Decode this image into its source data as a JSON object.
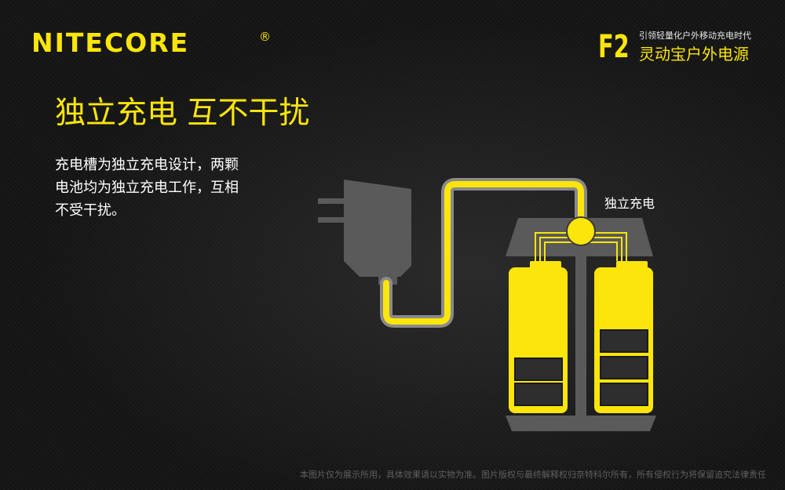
{
  "brand": {
    "logo_text": "NITECORE",
    "logo_mark": "®"
  },
  "product": {
    "model": "F2",
    "tagline": "引领轻量化户外移动充电时代",
    "subtitle": "灵动宝户外电源"
  },
  "feature": {
    "headline": "独立充电 互不干扰",
    "description_lines": [
      "充电槽为独立充电设计，两颗",
      "电池均为独立充电工作，互相",
      "不受干扰。"
    ]
  },
  "illustration": {
    "callout": "独立充电",
    "left_battery_level_bars": 2,
    "right_battery_level_bars": 3,
    "colors": {
      "accent": "#fbe50b",
      "charger_body": "#5a5a5a",
      "cable_outline": "#8a8a8a"
    }
  },
  "footer": {
    "disclaimer": "本图片仅为展示所用，具体效果请以实物为准。图片版权与最终解释权归奈特科尔所有，所有侵权行为将保留追究法律责任"
  }
}
